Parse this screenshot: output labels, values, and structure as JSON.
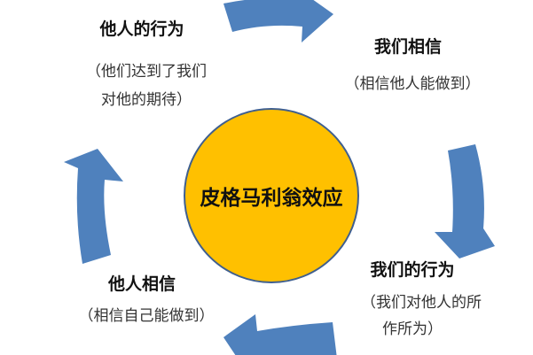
{
  "center": {
    "label": "皮格马利翁效应"
  },
  "nodes": {
    "top_left": {
      "title": "他人的行为",
      "line1": "（他们达到了我们",
      "line2": "对他的期待）"
    },
    "top_right": {
      "title": "我们相信",
      "line1": "（相信他人能做到）"
    },
    "bottom_right": {
      "title": "我们的行为",
      "line1": "（我们对他人的所",
      "line2": "作所为）"
    },
    "bottom_left": {
      "title": "他人相信",
      "line1": "（相信自己能做到）"
    }
  },
  "colors": {
    "arrow": "#4f81bd",
    "circle_fill": "#ffc000",
    "circle_stroke": "#3f5f8f"
  }
}
